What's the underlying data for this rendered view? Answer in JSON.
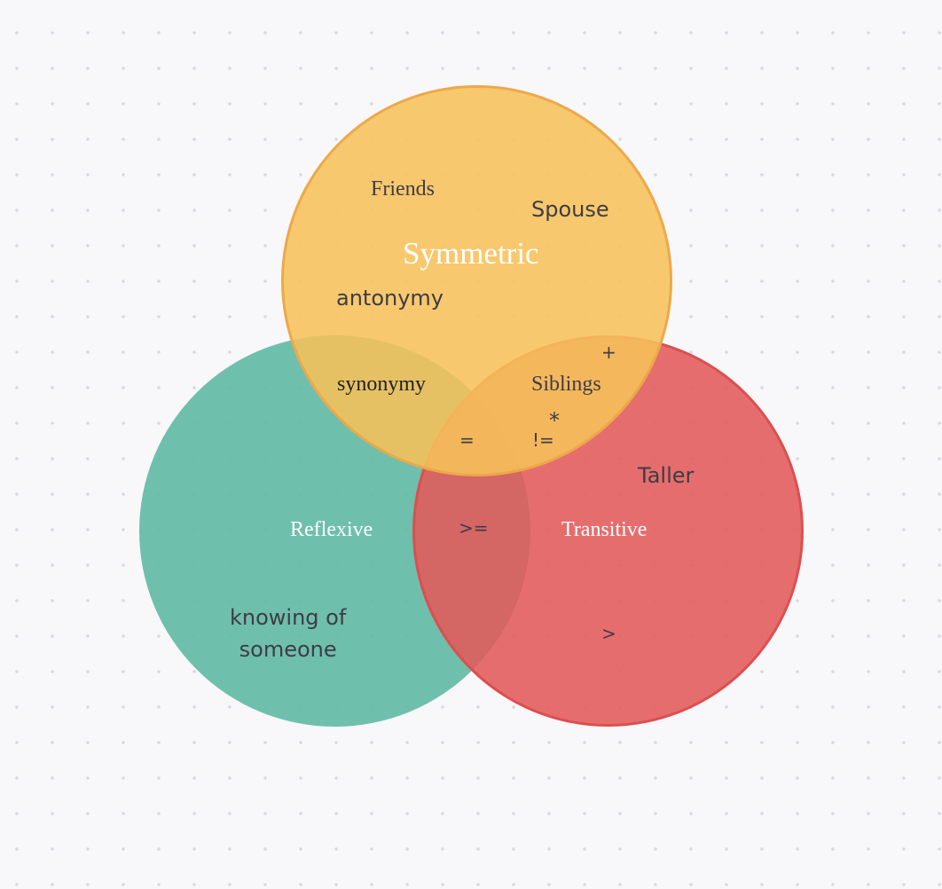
{
  "diagram": {
    "sets": {
      "symmetric": {
        "label": "Symmetric",
        "color": "#f7c25a"
      },
      "reflexive": {
        "label": "Reflexive",
        "color": "#5bb7a2"
      },
      "transitive": {
        "label": "Transitive",
        "color": "#e25a5a"
      }
    },
    "items": {
      "friends": "Friends",
      "spouse": "Spouse",
      "antonymy": "antonymy",
      "plus": "+",
      "synonymy": "synonymy",
      "siblings": "Siblings",
      "star": "*",
      "equals": "=",
      "not_equals": "!=",
      "taller": "Taller",
      "gte": ">=",
      "knowing": "knowing of\nsomeone",
      "gt": ">"
    }
  }
}
